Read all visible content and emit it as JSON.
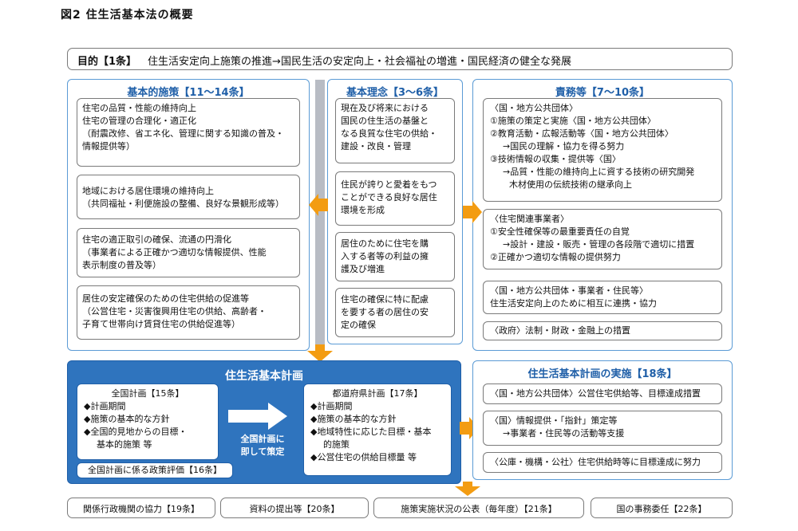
{
  "figure_title": "図2 住生活基本法の概要",
  "purpose": {
    "label": "目的【1条】",
    "text": "住生活安定向上施策の推進→国民生活の安定向上・社会福祉の増進・国民経済の健全な発展"
  },
  "basic_policy": {
    "title": "基本的施策【11〜14条】",
    "items": [
      [
        "住宅の品質・性能の維持向上",
        "住宅の管理の合理化・適正化",
        "（耐震改修、省エネ化、管理に関する知識の普及・",
        "情報提供等）"
      ],
      [
        "地域における居住環境の維持向上",
        "（共同福祉・利便施設の整備、良好な景観形成等）"
      ],
      [
        "住宅の適正取引の確保、流通の円滑化",
        "（事業者による正確かつ適切な情報提供、性能",
        "表示制度の普及等）"
      ],
      [
        "居住の安定確保のための住宅供給の促進等",
        "（公営住宅・災害復興用住宅の供給、高齢者・",
        "子育て世帯向け賃貸住宅の供給促進等）"
      ]
    ]
  },
  "basic_principles": {
    "title": "基本理念【3〜6条】",
    "items": [
      [
        "現在及び将来における",
        "国民の住生活の基盤と",
        "なる良質な住宅の供給・",
        "建設・改良・管理"
      ],
      [
        "住民が誇りと愛着をもつ",
        "ことができる良好な居住",
        "環境を形成"
      ],
      [
        "居住のために住宅を購",
        "入する者等の利益の擁",
        "護及び増進"
      ],
      [
        "住宅の確保に特に配慮",
        "を要する者の居住の安",
        "定の確保"
      ]
    ]
  },
  "duties": {
    "title": "責務等【7〜10条】",
    "box1": [
      "〈国・地方公共団体〉",
      "①施策の策定と実施〈国・地方公共団体〉",
      "②教育活動・広報活動等〈国・地方公共団体〉",
      "→国民の理解・協力を得る努力",
      "③技術情報の収集・提供等〈国〉",
      "→品質・性能の維持向上に資する技術の研究開発",
      "木材使用の伝統技術の継承向上"
    ],
    "box2": [
      "〈住宅関連事業者〉",
      "①安全性確保等の最重要責任の自覚",
      "→設計・建設・販売・管理の各段階で適切に措置",
      "②正確かつ適切な情報の提供努力"
    ],
    "box3": [
      "〈国・地方公共団体・事業者・住民等〉",
      "住生活安定向上のために相互に連携・協力"
    ],
    "box4": "〈政府〉法制・財政・金融上の措置"
  },
  "basic_plan": {
    "title": "住生活基本計画",
    "national": [
      "全国計画【15条】",
      "◆計画期間",
      "◆施策の基本的な方針",
      "◆全国的見地からの目標・",
      "基本的施策 等"
    ],
    "arrow_label": [
      "全国計画に",
      "即して策定"
    ],
    "prefectural": [
      "都道府県計画【17条】",
      "◆計画期間",
      "◆施策の基本的な方針",
      "◆地域特性に応じた目標・基本",
      "的施策",
      "◆公営住宅の供給目標量 等"
    ],
    "evaluation": "全国計画に係る政策評価【16条】"
  },
  "implementation": {
    "title": "住生活基本計画の実施【18条】",
    "items": [
      [
        "〈国・地方公共団体〉公営住宅供給等、目標達成措置"
      ],
      [
        "〈国〉情報提供・「指針」策定等",
        "→事業者・住民等の活動等支援"
      ],
      [
        "〈公庫・機構・公社〉住宅供給時等に目標達成に努力"
      ]
    ]
  },
  "bottom_items": [
    "関係行政機関の協力【19条】",
    "資料の提出等【20条】",
    "施策実施状況の公表（毎年度）【21条】",
    "国の事務委任【22条】"
  ],
  "colors": {
    "accent_orange": "#f39c12",
    "panel_blue": "#5b9bd5",
    "plan_blue": "#2f74be",
    "title_blue": "#1f5fa8"
  }
}
